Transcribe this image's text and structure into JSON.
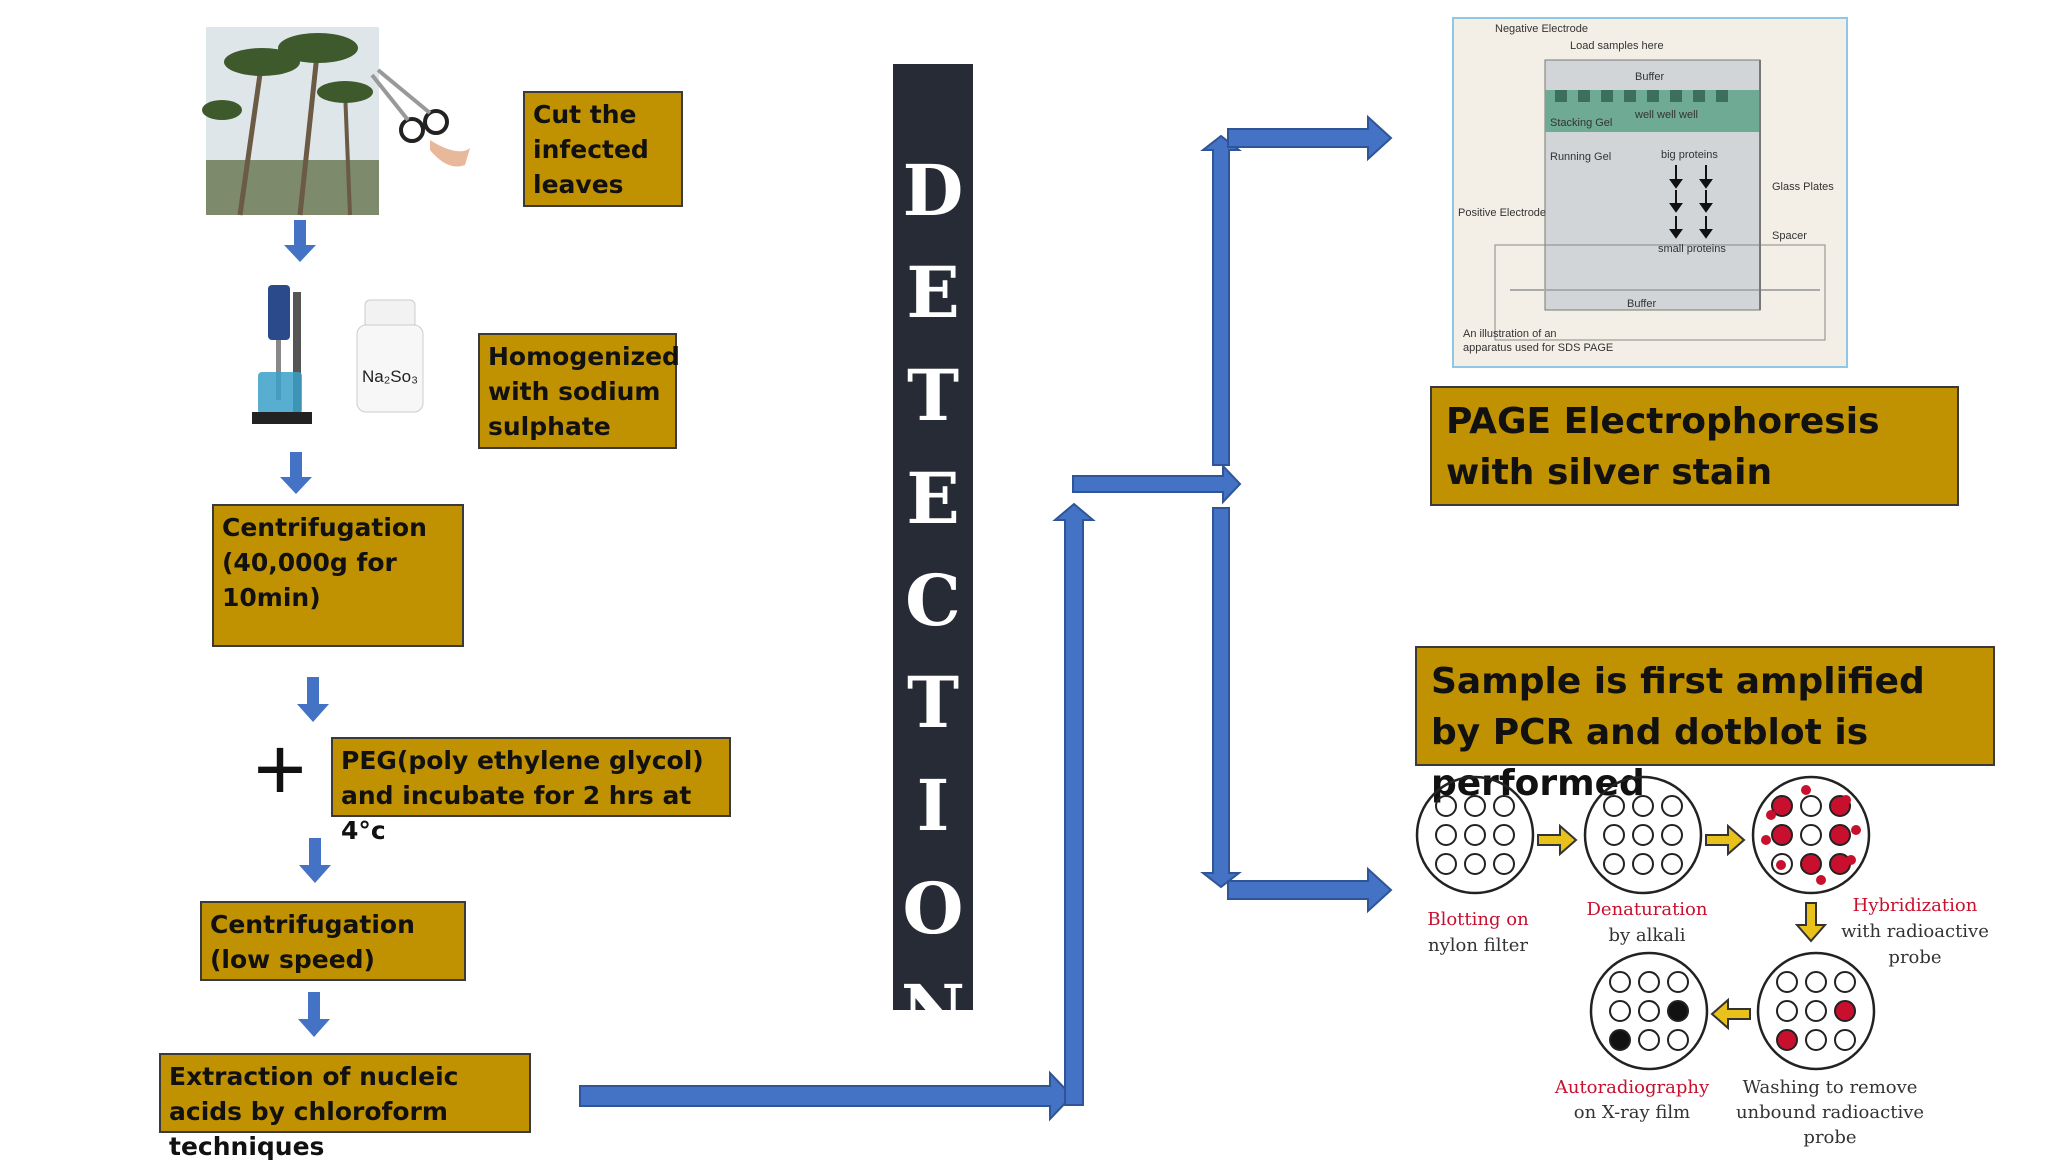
{
  "steps": {
    "cut": "Cut the infected leaves",
    "homogenize": "Homogenized with sodium sulphate",
    "centrifuge1": "Centrifugation (40,000g for 10min)",
    "peg": "PEG(poly ethylene glycol) and incubate for 2 hrs at 4°c",
    "centrifuge2": "Centrifugation (low speed)",
    "extraction": "Extraction of nucleic acids by chloroform techniques"
  },
  "reagent": {
    "label": "Na₂So₃"
  },
  "plus": "+",
  "detection": [
    "D",
    "E",
    "T",
    "E",
    "C",
    "T",
    "I",
    "O",
    "N"
  ],
  "page_box": "PAGE Electrophoresis with silver stain",
  "pcr_box": "Sample is first amplified by PCR and dotblot is performed",
  "gel": {
    "negative_electrode": "Negative Electrode",
    "load_samples": "Load samples here",
    "buffer_top": "Buffer",
    "wells": "well well well",
    "stacking_gel": "Stacking Gel",
    "running_gel": "Running Gel",
    "big_proteins": "big proteins",
    "small_proteins": "small proteins",
    "glass_plates": "Glass Plates",
    "positive_electrode": "Positive Electrode",
    "spacer": "Spacer",
    "buffer_bottom": "Buffer",
    "caption_1": "An illustration of an",
    "caption_2": "apparatus used for SDS PAGE"
  },
  "dotblot": {
    "blotting_1": "Blotting on",
    "blotting_2": "nylon filter",
    "denat_1": "Denaturation",
    "denat_2": "by alkali",
    "hybrid_1": "Hybridization",
    "hybrid_2": "with radioactive",
    "hybrid_3": "probe",
    "auto_1": "Autoradiography",
    "auto_2": "on X-ray film",
    "wash_1": "Washing to remove",
    "wash_2": "unbound radioactive",
    "wash_3": "probe"
  },
  "colors": {
    "box": "#c09100",
    "arrow": "#4472c4",
    "detection_bg": "#262b36",
    "probe_red": "#c8102e"
  }
}
